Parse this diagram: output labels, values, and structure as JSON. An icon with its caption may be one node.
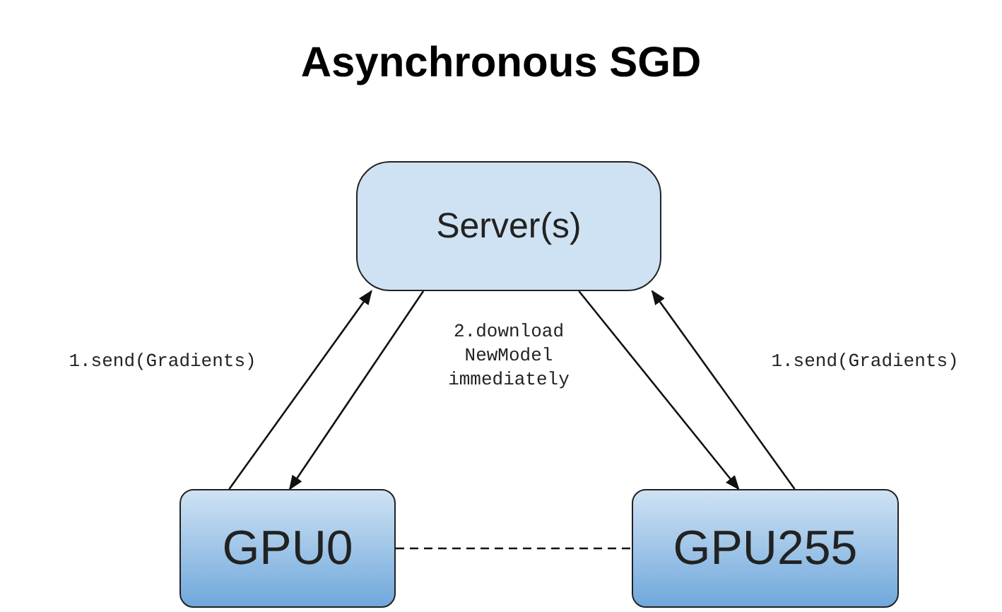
{
  "diagram": {
    "title": "Asynchronous SGD",
    "nodes": [
      {
        "text": [
          "Server(s)"
        ]
      },
      {
        "text": [
          "GPU0"
        ]
      },
      {
        "text": [
          "GPU255"
        ]
      }
    ],
    "edges": [
      {
        "from": 1,
        "to": 0,
        "arrow": "to",
        "label": "1.send(Gradients)"
      },
      {
        "from": 0,
        "to": 1,
        "arrow": "to"
      },
      {
        "from": 0,
        "to": 2,
        "arrow": "to"
      },
      {
        "from": 2,
        "to": 0,
        "arrow": "to",
        "label": "1.send(Gradients)"
      },
      {
        "from": 1,
        "to": 2,
        "arrow": "none",
        "style": "dashed"
      }
    ],
    "labels": [
      "2.download NewModel immediately"
    ]
  }
}
